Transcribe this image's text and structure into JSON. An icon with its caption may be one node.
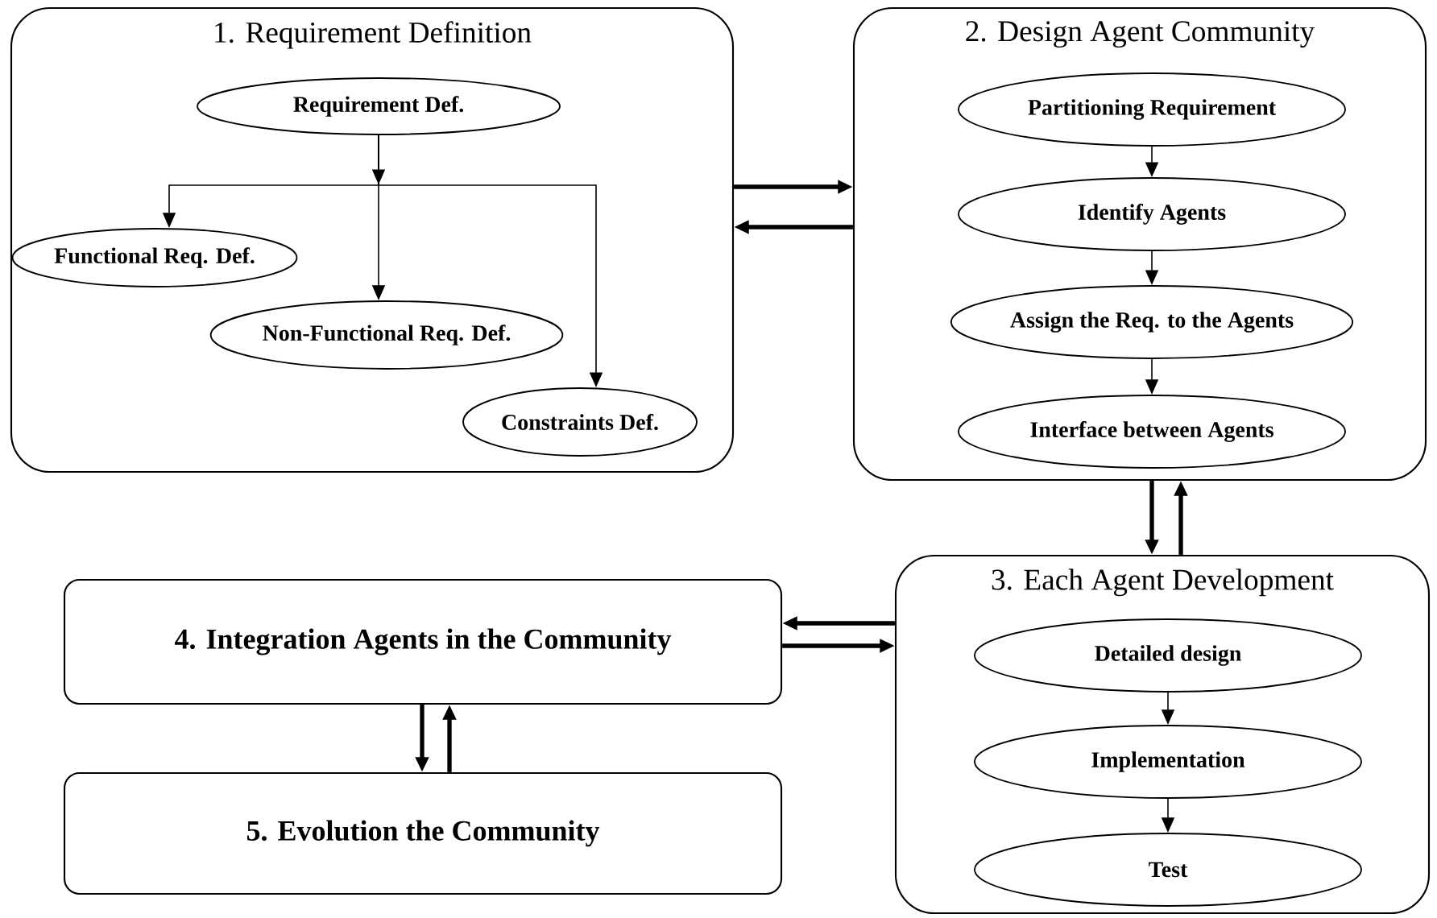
{
  "diagram": {
    "nodes": [
      {
        "text": [
          "1. Requirement Definition"
        ]
      },
      {
        "text": [
          "Requirement Def."
        ],
        "in": 0
      },
      {
        "text": [
          "Functional Req. Def."
        ],
        "in": 0
      },
      {
        "text": [
          "Non-Functional Req. Def."
        ],
        "in": 0
      },
      {
        "text": [
          "Constraints Def."
        ],
        "in": 0
      },
      {
        "text": [
          "2. Design Agent Community"
        ]
      },
      {
        "text": [
          "Partitioning Requirement"
        ],
        "in": 5
      },
      {
        "text": [
          "Identify Agents"
        ],
        "in": 5
      },
      {
        "text": [
          "Assign the Req. to the Agents"
        ],
        "in": 5
      },
      {
        "text": [
          "Interface between Agents"
        ],
        "in": 5
      },
      {
        "text": [
          "4. Integration Agents in the Community"
        ]
      },
      {
        "text": [
          "3. Each Agent Development"
        ]
      },
      {
        "text": [
          "Detailed design"
        ],
        "in": 11
      },
      {
        "text": [
          "Implementation"
        ],
        "in": 11
      },
      {
        "text": [
          "Test"
        ],
        "in": 11
      },
      {
        "text": [
          "5. Evolution the Community"
        ]
      }
    ],
    "edges": [
      {
        "from": 1,
        "to": 2,
        "arrow": "to"
      },
      {
        "from": 1,
        "to": 3,
        "arrow": "to"
      },
      {
        "from": 1,
        "to": 4,
        "arrow": "to"
      },
      {
        "from": 0,
        "to": 5,
        "arrow": "to",
        "style": "thick"
      },
      {
        "from": 5,
        "to": 0,
        "arrow": "to",
        "style": "thick"
      },
      {
        "from": 6,
        "to": 7,
        "arrow": "to"
      },
      {
        "from": 7,
        "to": 8,
        "arrow": "to"
      },
      {
        "from": 8,
        "to": 9,
        "arrow": "to"
      },
      {
        "from": 5,
        "to": 11,
        "arrow": "to",
        "style": "thick"
      },
      {
        "from": 11,
        "to": 5,
        "arrow": "to",
        "style": "thick"
      },
      {
        "from": 11,
        "to": 10,
        "arrow": "to",
        "style": "thick"
      },
      {
        "from": 10,
        "to": 11,
        "arrow": "to",
        "style": "thick"
      },
      {
        "from": 12,
        "to": 13,
        "arrow": "to"
      },
      {
        "from": 13,
        "to": 14,
        "arrow": "to"
      },
      {
        "from": 10,
        "to": 15,
        "arrow": "to",
        "style": "thick"
      },
      {
        "from": 15,
        "to": 10,
        "arrow": "to",
        "style": "thick"
      }
    ]
  }
}
